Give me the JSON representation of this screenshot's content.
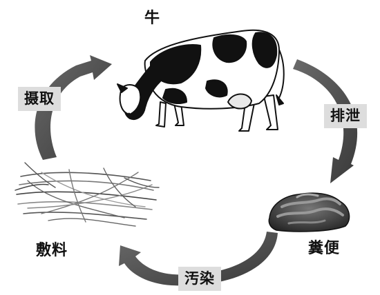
{
  "nodes": {
    "cow": "牛",
    "manure": "糞便",
    "bedding": "敷料"
  },
  "edges": {
    "intake": "摄取",
    "excretion": "排泄",
    "pollution": "汚染"
  },
  "colors": {
    "arrow": "#4a4a4a",
    "label_background": "#dddddd",
    "text": "#111111"
  }
}
